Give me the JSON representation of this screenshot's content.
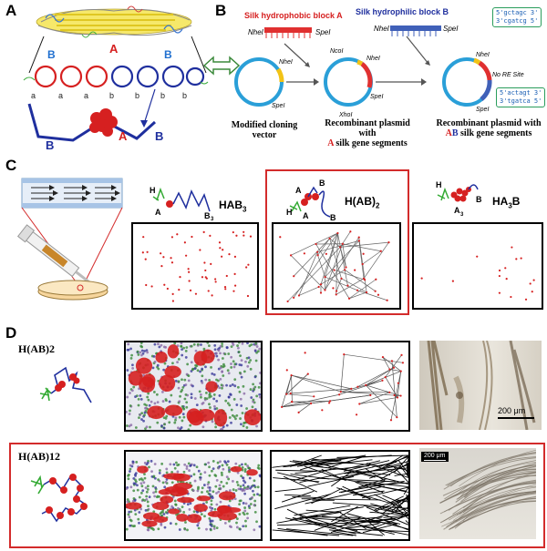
{
  "panels": {
    "a": "A",
    "b": "B",
    "c": "C",
    "d": "D"
  },
  "panel_a": {
    "block_A": "A",
    "block_B_left": "B",
    "block_B_right": "B",
    "chain_labels": [
      "a",
      "a",
      "a",
      "b",
      "b",
      "b",
      "b"
    ],
    "bottom_A": "A",
    "bottom_B_left": "B",
    "bottom_B_right": "B"
  },
  "panel_b": {
    "hydrophobic_title": "Silk hydrophobic block A",
    "hydrophilic_title": "Silk hydrophilic block B",
    "site_nhei_1": "NheI",
    "site_spei_1": "SpeI",
    "site_nhei_2": "NheI",
    "site_spei_2": "SpeI",
    "site_nhei_3": "NheI",
    "site_spei_3": "SpeI",
    "site_ncoi": "NcoI",
    "site_nhei_4": "NheI",
    "site_xhoi": "XhoI",
    "site_spei_4": "SpeI",
    "site_nhei_5": "NheI",
    "site_spei_5": "SpeI",
    "no_re_site": "No RE Site",
    "seq_top_1": "5'gctagc 3'",
    "seq_top_2": "3'cgatcg 5'",
    "seq_bot_1": "5'actagt 3'",
    "seq_bot_2": "3'tgatca 5'",
    "caption_1": "Modified cloning vector",
    "caption_2_pre": "Recombinant plasmid with",
    "caption_2_highlight": "A",
    "caption_2_post": "silk gene segments",
    "caption_3_pre": "Recombinant plasmid with",
    "caption_3_A": "A",
    "caption_3_B": "B",
    "caption_3_post": "silk gene segments"
  },
  "panel_c": {
    "hab3": {
      "title": "HAB",
      "sub": "3",
      "mol_H": "H",
      "mol_A": "A",
      "mol_B": "B",
      "mol_B_sub": "3"
    },
    "hab2": {
      "title": "H(AB)",
      "sub": "2",
      "mol_A": "A",
      "mol_B1": "B",
      "mol_H": "H",
      "mol_A2": "A",
      "mol_B2": "B"
    },
    "ha3b": {
      "title": "HA",
      "sub": "3",
      "title_end": "B",
      "mol_H": "H",
      "mol_A": "A",
      "mol_A_sub": "3",
      "mol_B": "B"
    }
  },
  "panel_d": {
    "row1_label": "H(AB)2",
    "row2_label": "H(AB)12",
    "scale_1": "200 μm",
    "scale_2": "200 μm"
  },
  "colors": {
    "red_frame": "#d32b2b",
    "block_A": "#d62020",
    "block_B": "#1f2f9e",
    "plasmid_blue": "#2a9fd8",
    "segment_yellow": "#f2c316",
    "segment_red": "#e03030",
    "segment_blue": "#4060b8",
    "head_green": "#33aa33"
  }
}
